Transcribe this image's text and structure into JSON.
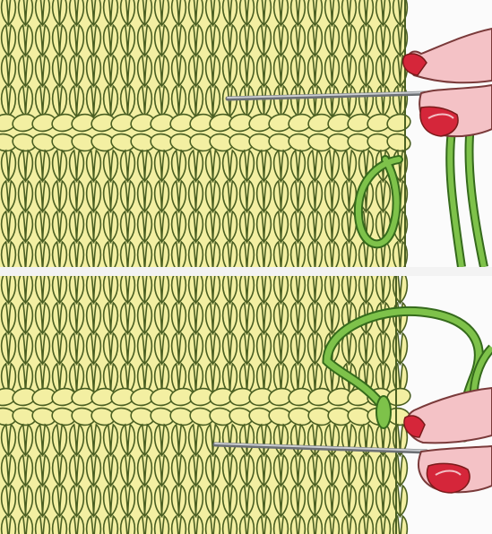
{
  "colors": {
    "background": "#ffffff",
    "divider": "#f3f3f3",
    "knit_fill": "#f3efa2",
    "knit_outline": "#4a5f22",
    "yarn": "#7ec24a",
    "yarn_edge": "#356a1c",
    "needle": "#a9acb0",
    "skin": "#f4c2c6",
    "nail": "#d5263a"
  },
  "panels": [
    {
      "id": "top",
      "step": "needle-under-stitch-bar-above-seam"
    },
    {
      "id": "bottom",
      "step": "needle-under-stitch-bar-below-seam"
    }
  ],
  "icons": [
    "knitted-fabric-icon",
    "tapestry-needle-icon",
    "yarn-strand-icon",
    "finger-icon"
  ]
}
